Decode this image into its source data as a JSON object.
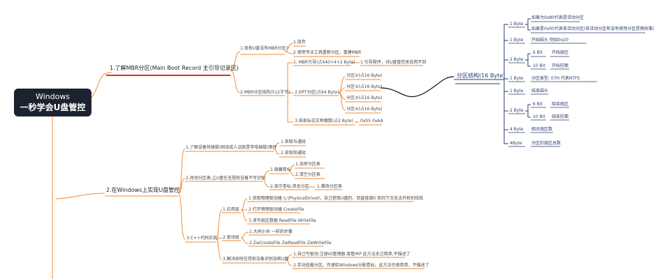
{
  "root": {
    "line1": "Windows",
    "line2": "一秒学会U盘管控"
  },
  "branch1": {
    "title": "1.了解MBR分区(Main Boot Record 主引导记录区)",
    "q1": {
      "label": "1.现有U盘没有MBR分区?",
      "answers": [
        "1.放弃",
        "2.使用专业工具重新分区，重建MBR"
      ]
    },
    "q2": {
      "label": "2.MBR分区结构(512字节)",
      "items": {
        "boot": "1. MBR引导(占440+4+2 Byte)",
        "boot_note": "1.引导程序，对U盘管控来说用不到",
        "dpt": "2.DPT分区(占64 Byte)",
        "partitions": [
          "分区①(占16 Byte)",
          "分区②(占16 Byte)",
          "分区③(占16 Byte)",
          "分区④(占16 Byte)"
        ],
        "end": "3.结束标志又称魔数(占2 Byte)",
        "end_value": "0x55 0xAA"
      }
    }
  },
  "partition_structure": {
    "title": "分区结构(16 Byte)",
    "rows": [
      {
        "size": "1 Byte",
        "desc": "",
        "subs": [
          "如果为0x80代表是活动分区",
          "如果是0x00代表非活动分区(非活动分区和没有使用分区是两码事)"
        ]
      },
      {
        "size": "1 Byte",
        "desc": "开始磁头 例如0x20",
        "subs": []
      },
      {
        "size": "2 Byte",
        "desc": "",
        "subs": [
          {
            "bit": "6 Bit",
            "text": "开始扇区"
          },
          {
            "bit": "10 Bit",
            "text": "开始柱面"
          }
        ]
      },
      {
        "size": "1 Byte",
        "desc": "分区类型: 07H 代表NTFS",
        "subs": []
      },
      {
        "size": "1 Byte",
        "desc": "结束磁头",
        "subs": []
      },
      {
        "size": "2 Byte",
        "desc": "",
        "subs": [
          {
            "bit": "6 Bit",
            "text": "结束扇区"
          },
          {
            "bit": "10 Bit",
            "text": "结束柱面"
          }
        ]
      },
      {
        "size": "4 Byte",
        "desc": "相对扇区数",
        "subs": []
      },
      {
        "size": "4Byte",
        "desc": "分区的扇区总数",
        "subs": []
      }
    ]
  },
  "branch2": {
    "title": "2.在Windows上实现U盘管控",
    "s1": {
      "label": "1.了解设备热插拔(刷译成人话就是带电插拔)事件",
      "items": [
        "1.获取与通知",
        "2.获取和通知"
      ]
    },
    "s2": {
      "label": "2.改动分区表,让U盘在无授权设备不可识别",
      "hide": {
        "label": "1.隐藏卷标",
        "items": [
          "1.加密分区表",
          "2.清空分区表"
        ]
      },
      "show": {
        "label": "2.显示卷标,但无分区",
        "item": "1.篡改分区表"
      }
    },
    "s3": {
      "label": "3.C++代码实现",
      "app": {
        "label": "1.应用层",
        "items": [
          "1.获取物理驱动器 \\\\.\\PhysicalDrive0，自己获取U盘的、到直接填0 否则下次无法开机别找我",
          "2.打开物理驱动器 CreateFile",
          "3.读写扇区数据 ReadFile WriteFile"
        ]
      },
      "drv": {
        "label": "2.驱动层",
        "items": [
          "1.大同小异 一样的步骤",
          "2.ZwCreateFile  ZwReadFile ZwWriteFile"
        ]
      },
      "fix": {
        "label": "3.解决如何在授权设备识别加密U盘",
        "items": [
          "1.自己写驱动:注册IO管理器 接管IRP 此方法太过简单,不描述了",
          "2.手动挂载分区。传递给Windows分配卷标。此方法也很简单、不描述了"
        ]
      }
    }
  },
  "colors": {
    "root_bg": "#1c2230",
    "branch": "#f28a30",
    "title_underline": "#d9312b",
    "right": "#2a3d6b"
  }
}
